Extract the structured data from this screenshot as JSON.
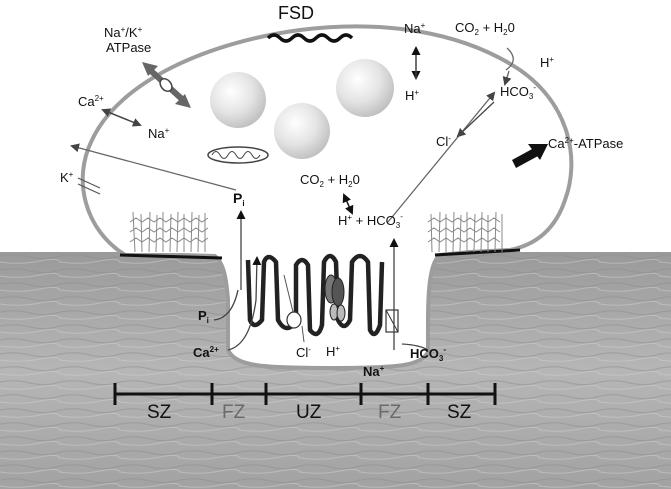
{
  "labels": {
    "fsd": "FSD",
    "na_k_atpase": {
      "line1_pre": "Na",
      "line1_sup1": "+",
      "line1_mid": "/K",
      "line1_sup2": "+",
      "line2": "ATPase"
    },
    "ca_left": {
      "base": "Ca",
      "sup": "2+"
    },
    "na_left": {
      "base": "Na",
      "sup": "+"
    },
    "k_left": {
      "base": "K",
      "sup": "+"
    },
    "pi_cell": {
      "base": "P",
      "sub": "i"
    },
    "na_top": {
      "base": "Na",
      "sup": "+"
    },
    "h_top": {
      "base": "H",
      "sup": "+"
    },
    "co2_top": {
      "a": "CO",
      "sub2": "2",
      "b": " + H",
      "sub3": "2",
      "c": "0"
    },
    "h_right": {
      "base": "H",
      "sup": "+"
    },
    "hco3_right": {
      "base": "HCO",
      "sub": "3",
      "sup": "-"
    },
    "cl_cell": {
      "base": "Cl",
      "sup": "-"
    },
    "ca_atpase": {
      "a": "Ca",
      "sup": "2+",
      "b": "-ATPase"
    },
    "co2_mid": {
      "a": "CO",
      "sub2": "2",
      "b": " + H",
      "sub3": "2",
      "c": "0"
    },
    "h_hco3_mid": {
      "a": "H",
      "sup1": "+",
      "b": " + HCO",
      "sub": "3",
      "sup2": "-"
    },
    "pi_low": {
      "base": "P",
      "sub": "i"
    },
    "ca_low": {
      "base": "Ca",
      "sup": "2+"
    },
    "cl_low": {
      "base": "Cl",
      "sup": "-"
    },
    "h_low": {
      "base": "H",
      "sup": "+"
    },
    "na_low": {
      "base": "Na",
      "sup": "+"
    },
    "hco3_low": {
      "base": "HCO",
      "sub": "3",
      "sup": "-"
    }
  },
  "zones": [
    "SZ",
    "FZ",
    "UZ",
    "FZ",
    "SZ"
  ]
}
